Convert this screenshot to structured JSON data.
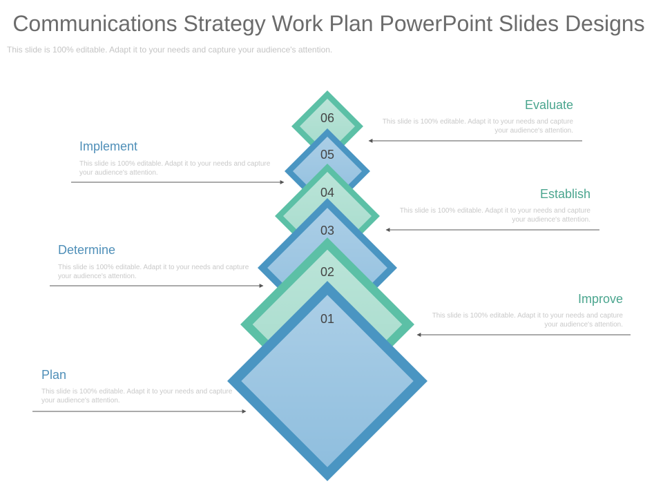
{
  "slide": {
    "title": "Communications Strategy Work Plan PowerPoint Slides Designs",
    "subtitle": "This slide is 100% editable. Adapt it to your needs and capture your audience's attention."
  },
  "colors": {
    "blue_outer": "#4a95c2",
    "blue_inner": "#8fbede",
    "teal_outer": "#5cc0a6",
    "teal_inner": "#a4dbcb",
    "label_blue": "#4f8fb8",
    "label_teal": "#4aa58e",
    "number_text": "#444444",
    "arrow": "#555555"
  },
  "steps": [
    {
      "number": "01",
      "heading": "Plan",
      "body": "This slide is 100% editable. Adapt it to your needs and capture your audience's attention.",
      "side": "left",
      "tone": "blue"
    },
    {
      "number": "02",
      "heading": "Improve",
      "body": "This slide is 100% editable. Adapt it to your needs and capture your audience's attention.",
      "side": "right",
      "tone": "teal"
    },
    {
      "number": "03",
      "heading": "Determine",
      "body": "This slide is 100% editable. Adapt it to your needs and capture your audience's attention.",
      "side": "left",
      "tone": "blue"
    },
    {
      "number": "04",
      "heading": "Establish",
      "body": "This slide is 100% editable. Adapt it to your needs and capture your audience's attention.",
      "side": "right",
      "tone": "teal"
    },
    {
      "number": "05",
      "heading": "Implement",
      "body": "This slide is 100% editable. Adapt it to your needs and capture your audience's attention.",
      "side": "left",
      "tone": "blue"
    },
    {
      "number": "06",
      "heading": "Evaluate",
      "body": "This slide is 100% editable. Adapt it to your needs and capture your audience's attention.",
      "side": "right",
      "tone": "teal"
    }
  ]
}
